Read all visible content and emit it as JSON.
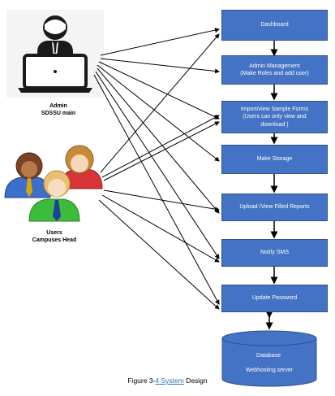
{
  "actors": {
    "admin": {
      "line1": "Admin",
      "line2": "SDSSU main"
    },
    "users": {
      "line1": "Users",
      "line2": "Campuses Head"
    }
  },
  "modules": [
    {
      "lines": [
        "Dashboard"
      ]
    },
    {
      "lines": [
        "Admin Management",
        "(Make  Roles and add user)"
      ]
    },
    {
      "lines": [
        "Import/view Sample Forms",
        "(Users can only view and",
        "download )"
      ]
    },
    {
      "lines": [
        "Make Storage"
      ]
    },
    {
      "lines": [
        "Upload /View Filled Reports"
      ]
    },
    {
      "lines": [
        "Notify SMS"
      ]
    },
    {
      "lines": [
        "Update Password"
      ]
    }
  ],
  "database": {
    "line1": "Database",
    "line2": "Webhosting server"
  },
  "caption": {
    "prefix": "Figure 3-",
    "strike": "4",
    "middle": " System",
    "suffix": " Design"
  },
  "colors": {
    "box": "#4472c4",
    "box_border": "#2f528f",
    "caption_link": "#2e74b5"
  },
  "icons": [
    "admin-laptop-icon",
    "user-group-icon",
    "database-cylinder-icon"
  ]
}
